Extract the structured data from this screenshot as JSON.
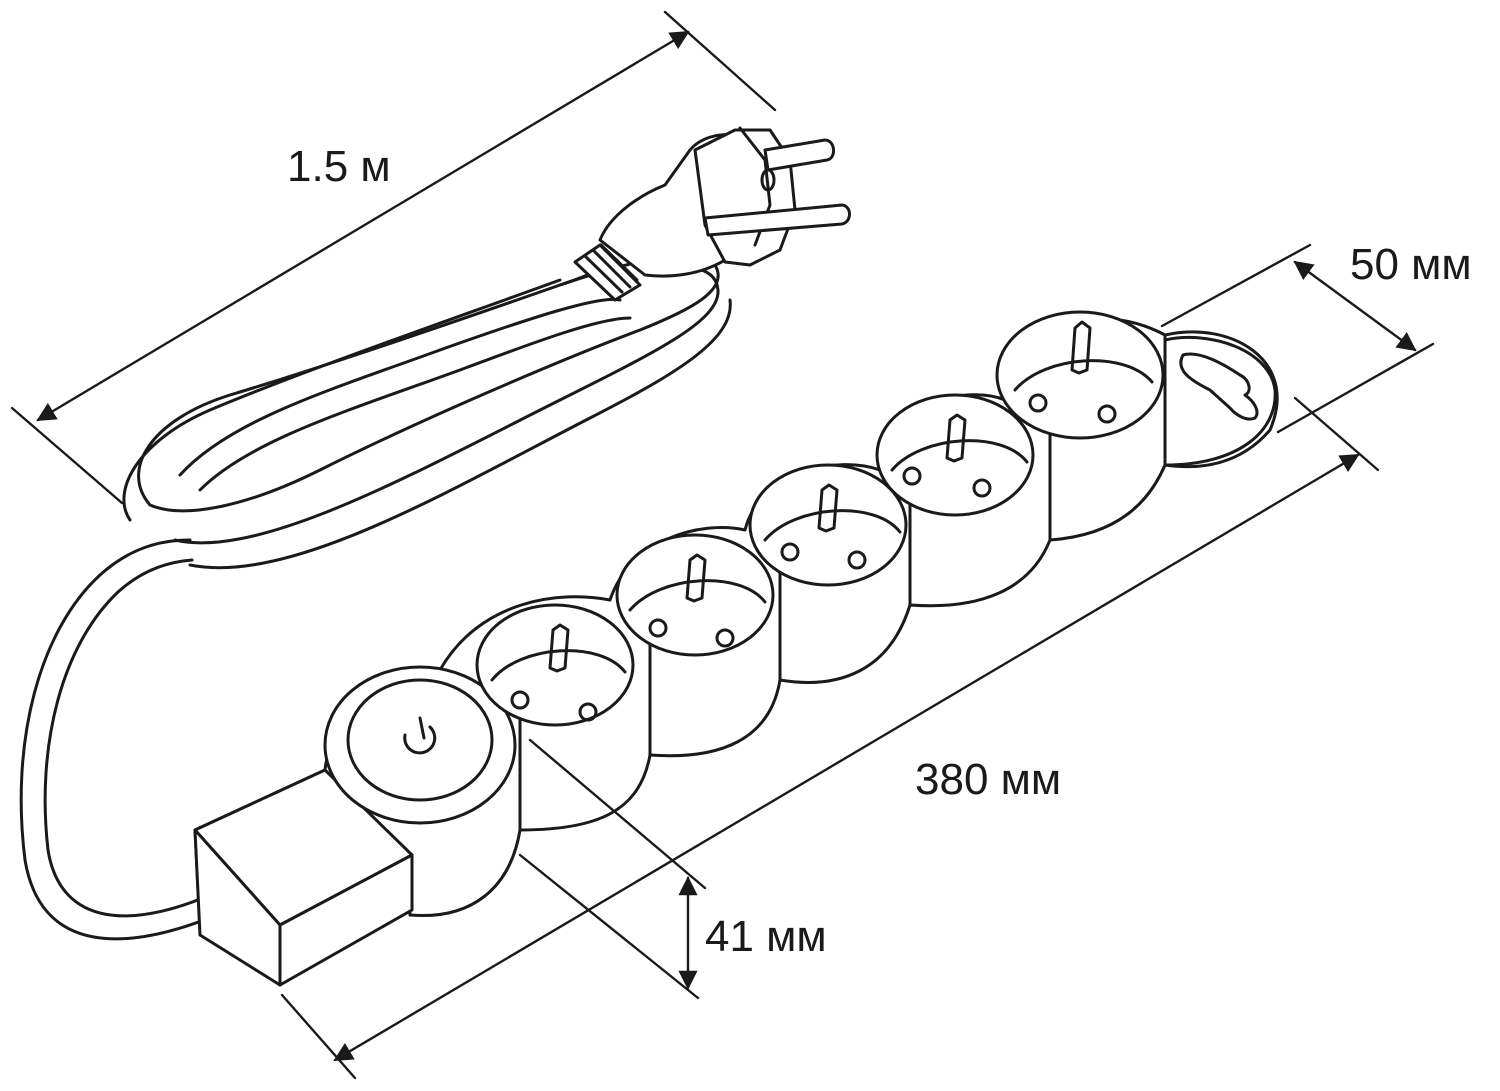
{
  "dimensions": {
    "cable_length": "1.5 м",
    "width": "50 мм",
    "length": "380 мм",
    "height": "41 мм"
  },
  "colors": {
    "line": "#1a1a1a",
    "background": "#ffffff"
  },
  "icons": {
    "switch": "power-icon"
  }
}
